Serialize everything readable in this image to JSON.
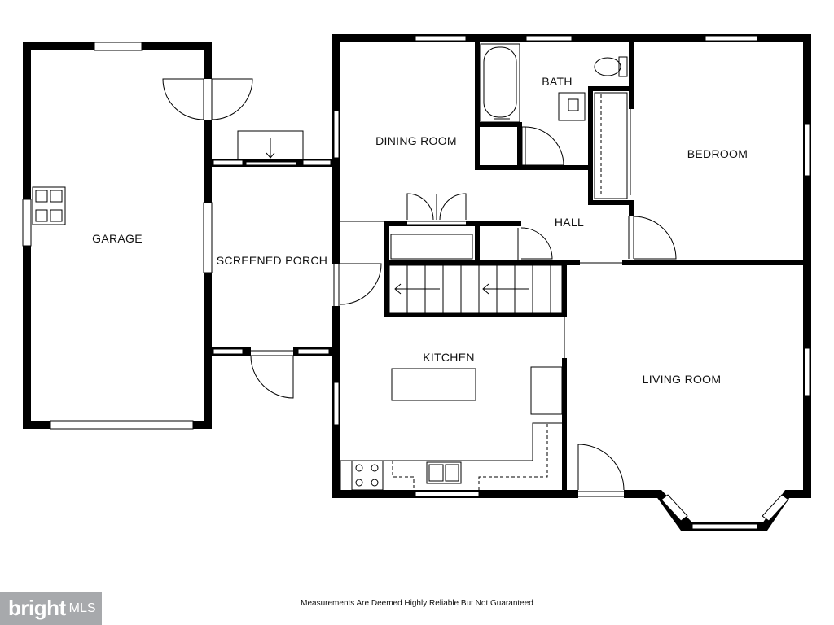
{
  "rooms": {
    "garage": "GARAGE",
    "screened_porch": "SCREENED PORCH",
    "dining_room": "DINING ROOM",
    "bath": "BATH",
    "bedroom": "BEDROOM",
    "hall": "HALL",
    "kitchen": "KITCHEN",
    "living_room": "LIVING ROOM"
  },
  "footer": {
    "note": "Measurements Are Deemed Highly Reliable But Not Guaranteed"
  },
  "logo": {
    "brand": "bright",
    "suffix": "MLS"
  },
  "colors": {
    "wall": "#000000",
    "background": "#ffffff",
    "logo_bg": "#a7a9ac"
  }
}
